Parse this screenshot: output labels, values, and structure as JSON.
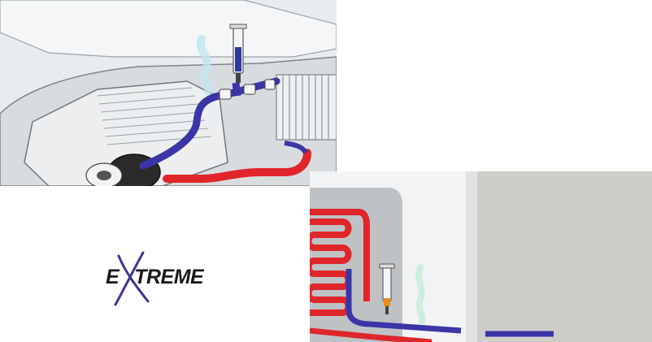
{
  "logo": {
    "text_before": "E",
    "text_after": "TREME",
    "x_mark": "X",
    "colors": {
      "text": "#1a1a1a",
      "x_stroke": "#3b3596"
    }
  },
  "colors": {
    "cold_line": "#3b35a8",
    "hot_line": "#e0262b",
    "background": "#ffffff"
  },
  "icons": {
    "syringe_engine": "syringe-icon",
    "syringe_fridge": "syringe-icon",
    "vapor": "vapor-plume-icon"
  }
}
